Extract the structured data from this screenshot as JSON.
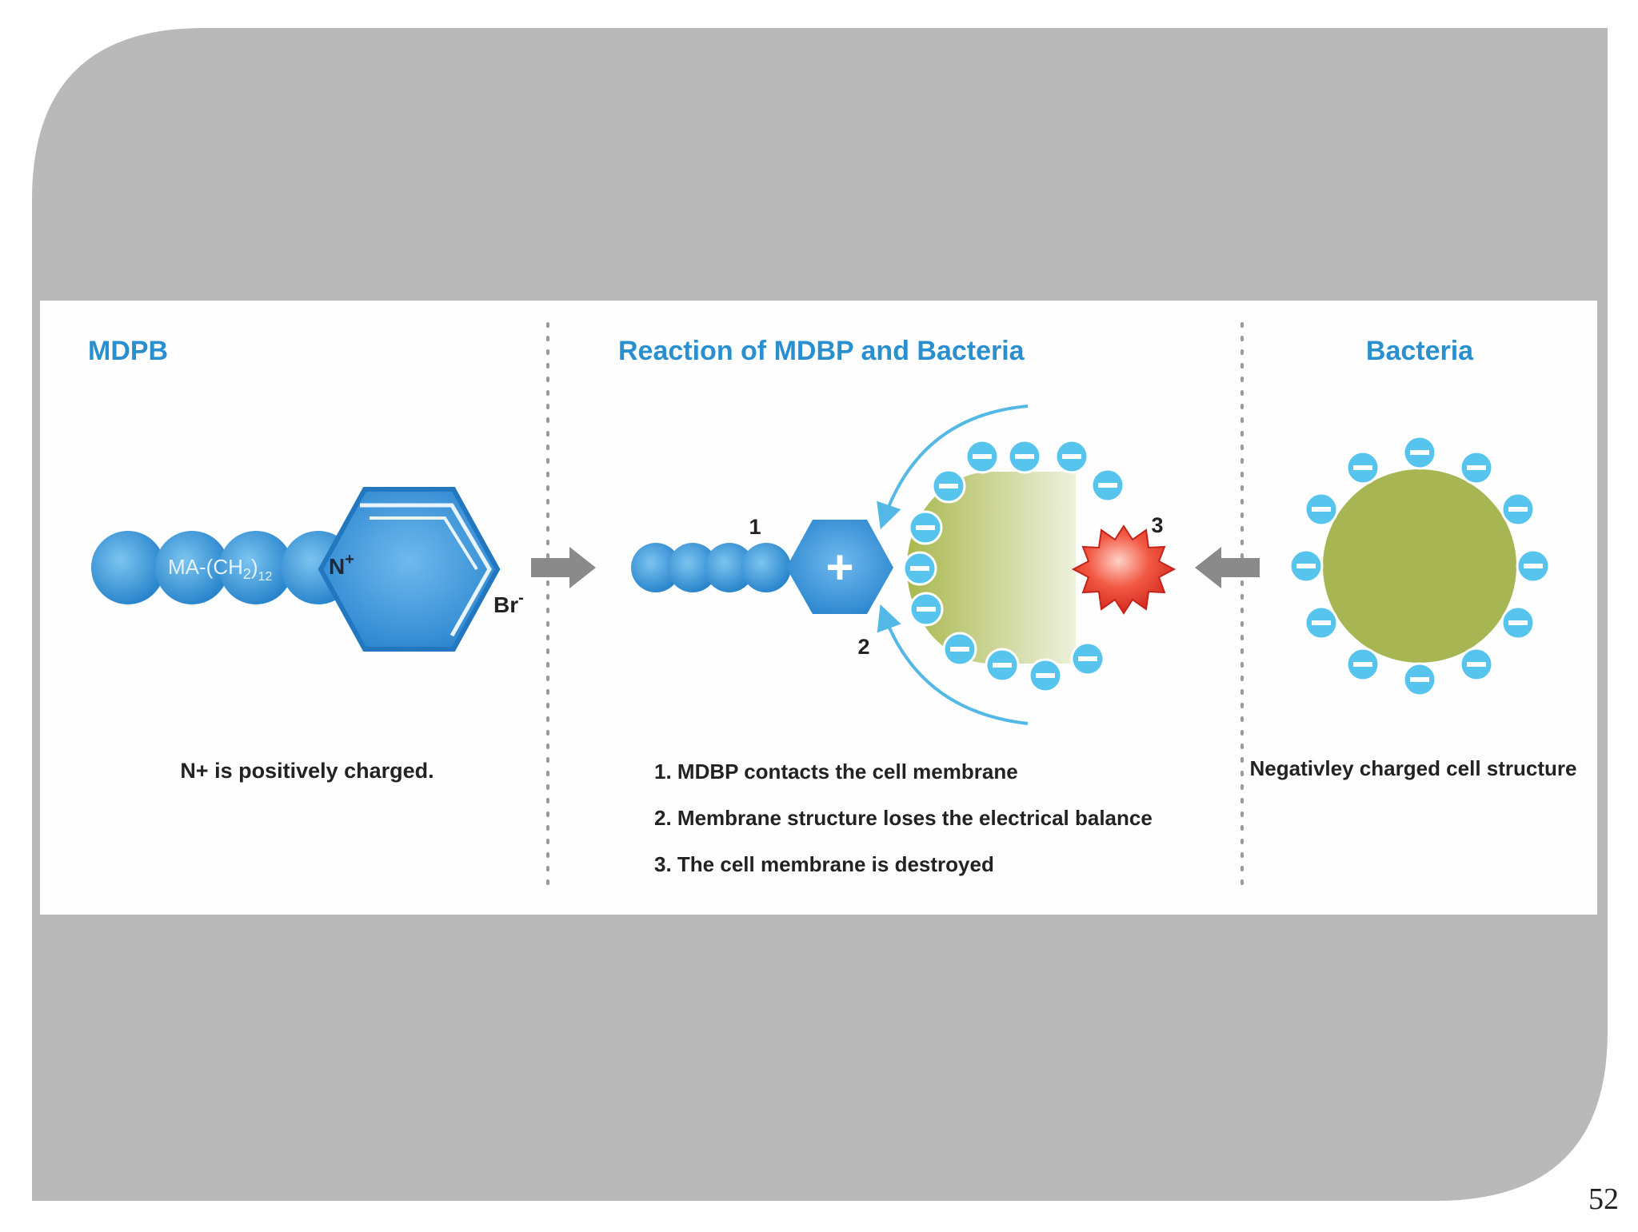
{
  "slide": {
    "page_number": "52"
  },
  "panels": {
    "left": {
      "title": "MDPB",
      "chain_label": "MA-(CH",
      "chain_sub": "2",
      "chain_paren": ")",
      "chain_count": "12",
      "n_label": "N",
      "n_charge": "+",
      "br_label": "Br",
      "br_charge": "-",
      "caption": "N+ is positively charged."
    },
    "middle": {
      "title": "Reaction of MDBP and Bacteria",
      "plus_symbol": "+",
      "marker_1": "1",
      "marker_2": "2",
      "marker_3": "3",
      "steps": [
        "1. MDBP contacts the cell membrane",
        "2. Membrane structure loses the electrical balance",
        "3. The cell membrane is destroyed"
      ]
    },
    "right": {
      "title": "Bacteria",
      "caption": "Negativley charged cell structure"
    }
  },
  "colors": {
    "slide_gray": "#b9b9b9",
    "accent_blue": "#2b93d6",
    "title_blue": "#2a8fcf",
    "cell_green": "#a7b552",
    "burst_red": "#e5392b",
    "arrow_gray": "#8a8a8a",
    "charge_blue": "#56c4ec"
  }
}
